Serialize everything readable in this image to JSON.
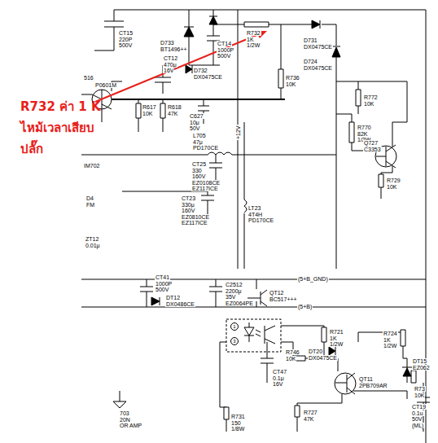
{
  "diagram": {
    "labels": [
      "CT15",
      "220P",
      "500V",
      "D733",
      "BT1496++",
      "CT14",
      "1000P",
      "500V",
      "R732",
      "1K",
      "1/2W",
      "D731",
      "DX0475CE",
      "D724",
      "DX0475CE",
      "CT12",
      "470μ",
      "16V",
      "D732",
      "DX0475CE",
      "516",
      "P0601M",
      "R617",
      "10K",
      "R618",
      "47K",
      "C627",
      "10μ",
      "50V",
      "R736",
      "10K",
      "+12V",
      "R772",
      "10K",
      "R770",
      "82K",
      "1/2W",
      "Q727",
      "C3353",
      "R729",
      "10K",
      "L705",
      "47μ",
      "PD170CE",
      "IM702",
      "CT25",
      "330",
      "160V",
      "EZ0108CE",
      "EZ117ICE",
      "D4",
      "FM",
      "CT23",
      "330μ",
      "160V",
      "EZ0810CE",
      "EZ117ICE",
      "LT23",
      "4T4H",
      "PD170CE",
      "ZT12",
      "0.01μ",
      "CT41",
      "1000P",
      "500V",
      "DT12",
      "DX0486CE",
      "C2512",
      "2200μ",
      "35V",
      "EZ0064PE",
      "QT12",
      "BC517+++",
      "(5+B_GND)",
      "(5+B)",
      "1",
      "3",
      "R721",
      "1K",
      "1/2W",
      "DT20",
      "DX0475CE",
      "R724",
      "1K",
      "1/2W",
      "DT15",
      "EZ062",
      "CT47",
      "0.1μ",
      "16V",
      "R746",
      "10K",
      "QT11",
      "2PB709AR",
      "R731",
      "150",
      "1/8W",
      "R727",
      "47K",
      "R73",
      "10K",
      "CT19",
      "0.1u",
      "50V",
      "(ML)",
      "703",
      "20N",
      "OR AMP",
      "R732 ค่า 1 K",
      "ไหม้เวลาเสียบ",
      "ปลั๊ก"
    ]
  }
}
